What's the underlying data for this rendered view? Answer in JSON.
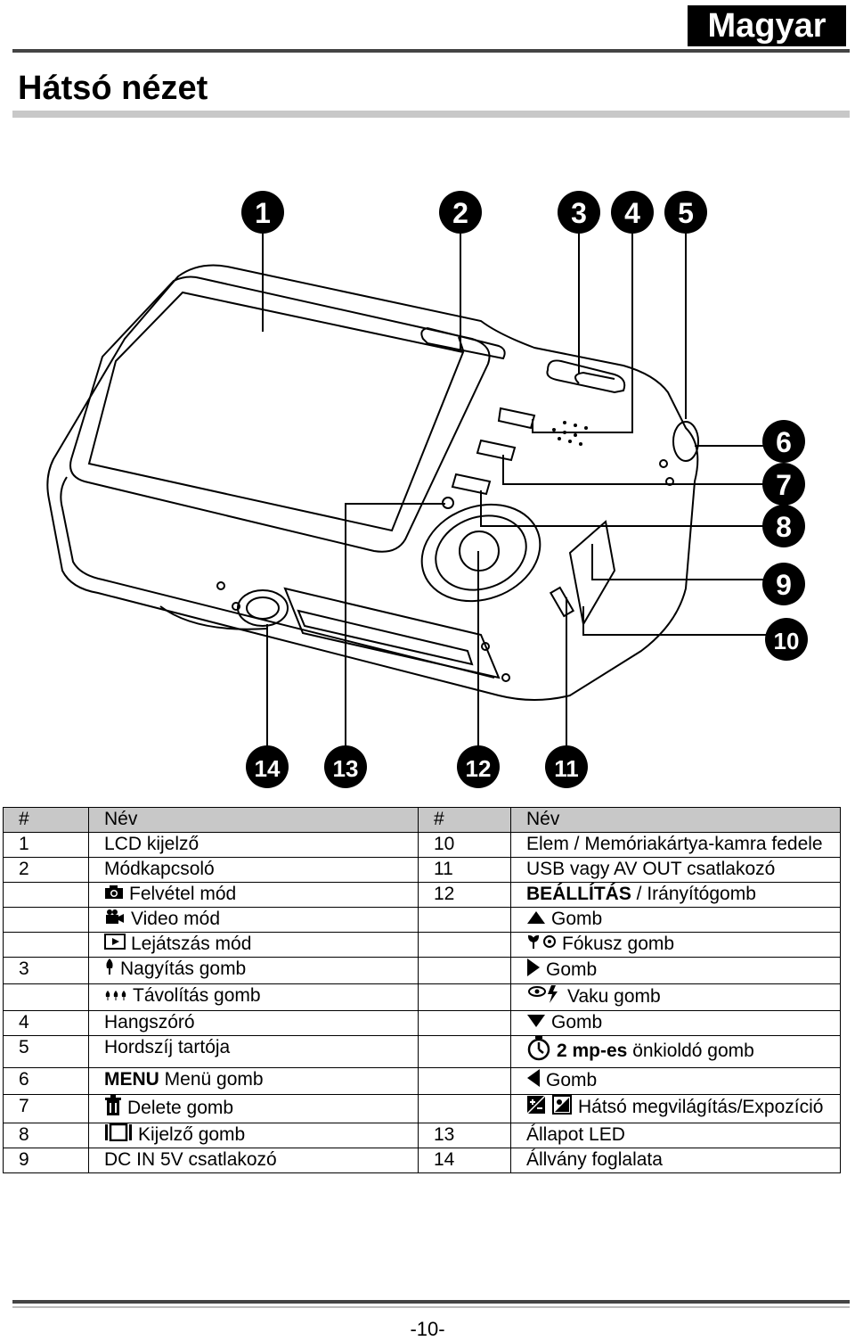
{
  "header": {
    "language": "Magyar",
    "title": "Hátsó nézet"
  },
  "diagram": {
    "callouts": [
      "1",
      "2",
      "3",
      "4",
      "5",
      "6",
      "7",
      "8",
      "9",
      "10",
      "11",
      "12",
      "13",
      "14"
    ]
  },
  "table": {
    "headers": [
      "#",
      "Név",
      "#",
      "Név"
    ],
    "rows": [
      {
        "n1": "1",
        "name1": "LCD kijelző",
        "n2": "10",
        "name2": "Elem / Memóriakártya-kamra fedele"
      },
      {
        "n1": "2",
        "name1": "Módkapcsoló",
        "n2": "11",
        "name2": "USB vagy AV OUT csatlakozó"
      },
      {
        "n1": "",
        "name1": "Felvétel mód",
        "icon1": "camera-icon",
        "n2": "12",
        "name2_bold": "BEÁLLÍTÁS",
        "name2": " / Irányítógomb"
      },
      {
        "n1": "",
        "name1": "Video mód",
        "icon1": "video-camera-icon",
        "n2": "",
        "name2": "Gomb",
        "icon2": "up-arrow-icon"
      },
      {
        "n1": "",
        "name1": "Lejátszás mód",
        "icon1": "playback-icon",
        "n2": "",
        "name2": "Fókusz gomb",
        "icon2": "macro-focus-icon"
      },
      {
        "n1": "3",
        "name1": "Nagyítás gomb",
        "icon1": "zoom-in-tree-icon",
        "n2": "",
        "name2": "Gomb",
        "icon2": "right-arrow-icon"
      },
      {
        "n1": "",
        "name1": "Távolítás gomb",
        "icon1": "zoom-out-trees-icon",
        "n2": "",
        "name2": "Vaku gomb",
        "icon2": "flash-icon"
      },
      {
        "n1": "4",
        "name1": "Hangszóró",
        "n2": "",
        "name2": "Gomb",
        "icon2": "down-arrow-icon"
      },
      {
        "n1": "5",
        "name1": "Hordszíj tartója",
        "n2": "",
        "name2_bold": "2 mp-es",
        "name2": " önkioldó gomb",
        "icon2": "self-timer-icon"
      },
      {
        "n1": "6",
        "name1_bold": "MENU",
        "name1": " Menü gomb",
        "n2": "",
        "name2": "Gomb",
        "icon2": "left-arrow-icon"
      },
      {
        "n1": "7",
        "name1": "Delete gomb",
        "icon1": "trash-icon",
        "n2": "",
        "name2": "Hátsó megvilágítás/Expozíció",
        "icon2": "exposure-icon"
      },
      {
        "n1": "8",
        "name1": "Kijelző gomb",
        "icon1": "display-icon",
        "n2": "13",
        "name2": "Állapot LED"
      },
      {
        "n1": "9",
        "name1": "DC IN 5V csatlakozó",
        "n2": "14",
        "name2": "Állvány foglalata"
      }
    ]
  },
  "footer": {
    "page": "-10-"
  }
}
